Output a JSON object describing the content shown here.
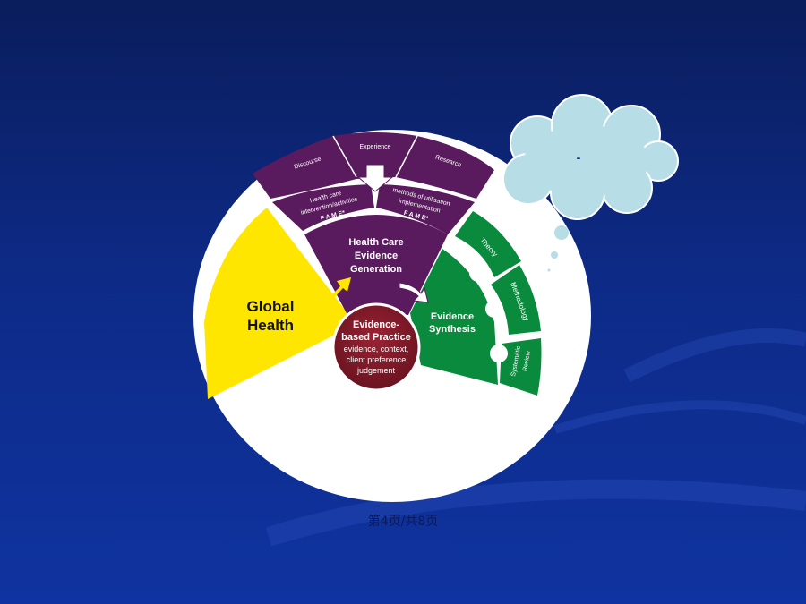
{
  "diagram": {
    "top_band": {
      "left": "Discourse",
      "middle": "Experience",
      "right": "Research"
    },
    "fame_left": {
      "line1": "Health care",
      "line2": "intervention/activities",
      "line3": "F A M E*"
    },
    "fame_right": {
      "line1": "methods of utilisation",
      "line2": "implementation",
      "line3": "F A M E*"
    },
    "generation": {
      "line1": "Health Care",
      "line2": "Evidence",
      "line3": "Generation"
    },
    "global_health": {
      "line1": "Global",
      "line2": "Health"
    },
    "synthesis": {
      "line1": "Evidence",
      "line2": "Synthesis"
    },
    "green_tabs": {
      "theory": "Theory",
      "methodology": "Methodology",
      "review_line1": "Systematic",
      "review_line2": "Review"
    },
    "ebp": {
      "line1": "Evidence-",
      "line2": "based Practice",
      "line3": "evidence, context,",
      "line4": "client preference",
      "line5": "judgement"
    }
  },
  "cloud": {
    "text": "-"
  },
  "footer": {
    "page_indicator": "第4页/共8页"
  },
  "colors": {
    "purple": "#5a1a5e",
    "yellow": "#ffe600",
    "green": "#0a8a3c",
    "maroon": "#7a1a28",
    "cloud": "#b7dde6",
    "background": "#0d2a86"
  }
}
